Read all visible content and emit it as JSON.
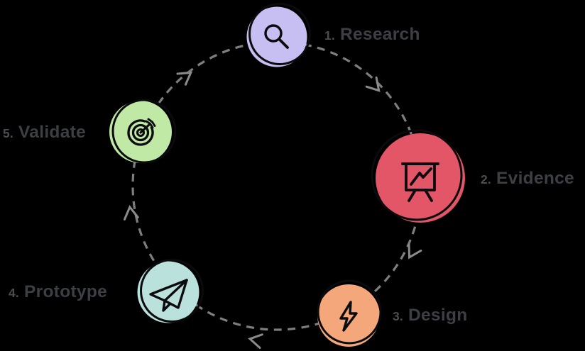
{
  "diagram": {
    "background_color": "#000000",
    "connector": {
      "style": "dashed",
      "color": "#7e7e7e",
      "arrow_color": "#8b8b8b",
      "direction": "clockwise"
    },
    "steps": [
      {
        "number": "1.",
        "label": "Research",
        "fill_color": "#c7bef1",
        "icon": "search-icon"
      },
      {
        "number": "2.",
        "label": "Evidence",
        "fill_color": "#e25667",
        "icon": "presentation-chart-icon"
      },
      {
        "number": "3.",
        "label": "Design",
        "fill_color": "#f5a77c",
        "icon": "lightning-bolt-icon"
      },
      {
        "number": "4.",
        "label": "Prototype",
        "fill_color": "#bae1dc",
        "icon": "paper-plane-icon"
      },
      {
        "number": "5.",
        "label": "Validate",
        "fill_color": "#c0e9a6",
        "icon": "target-dart-icon"
      }
    ],
    "text_colors": {
      "number": "#4a4d51",
      "label": "#3c3f44"
    }
  }
}
